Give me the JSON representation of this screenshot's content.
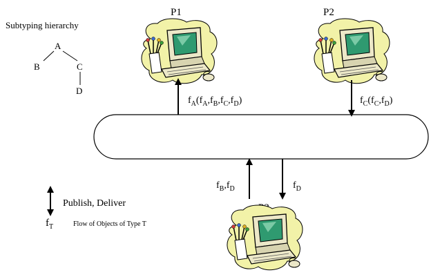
{
  "hierarchy": {
    "title": "Subtyping hierarchy",
    "nodes": {
      "a": "A",
      "b": "B",
      "c": "C",
      "d": "D"
    }
  },
  "processes": {
    "p1": {
      "label": "P1"
    },
    "p2": {
      "label": "P2"
    },
    "p3": {
      "label": "P3"
    }
  },
  "flows": {
    "p1_up": {
      "f": "f",
      "sub": "A",
      "paren_open": "(",
      "args": [
        [
          "f",
          "A"
        ],
        [
          "f",
          "B"
        ],
        [
          "f",
          "C"
        ],
        [
          "f",
          "D"
        ]
      ],
      "paren_close": ")"
    },
    "p2_down": {
      "f": "f",
      "sub": "C",
      "paren_open": "(",
      "args": [
        [
          "f",
          "C"
        ],
        [
          "f",
          "D"
        ]
      ],
      "paren_close": ")"
    },
    "p3_up": {
      "args": [
        [
          "f",
          "B"
        ],
        [
          "f",
          "D"
        ]
      ]
    },
    "p3_down": {
      "f": "f",
      "sub": "D"
    }
  },
  "legend": {
    "publish_deliver": "Publish, Deliver",
    "flow_symbol": "f",
    "flow_sub": "T",
    "flow_text": "Flow of Objects of Type T"
  },
  "colors": {
    "cloud": "#f2f2a8",
    "monitor_body": "#ece8c8",
    "screen": "#2f9a70",
    "stroke": "#000000"
  }
}
